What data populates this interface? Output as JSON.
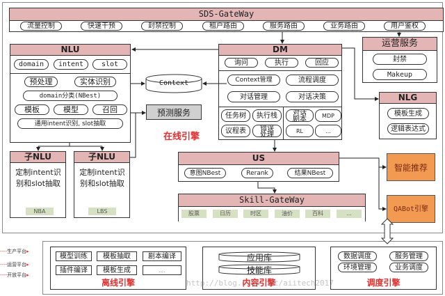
{
  "gateway": {
    "title": "SDS-GateWay",
    "items": [
      "流量控制",
      "快速干预",
      "封禁控制",
      "租户路由",
      "服务路由",
      "业务路由",
      "用户鉴权"
    ]
  },
  "nlu": {
    "title": "NLU",
    "top_items": [
      "domain",
      "intent",
      "slot"
    ],
    "mid_items": [
      "预处理",
      "实体识别",
      "domain分类(NBest)",
      "模板",
      "模型",
      "召回",
      "通用intent识别, slot抽取"
    ]
  },
  "sub_nlu": [
    {
      "title": "子NLU",
      "body": "定制intent识别和slot抽取",
      "tag": "NBA"
    },
    {
      "title": "子NLU",
      "body": "定制intent识别和slot抽取",
      "tag": "LBS"
    }
  ],
  "context": {
    "label": "Context"
  },
  "predict": {
    "label": "预测服务"
  },
  "online_engine": {
    "label": "在线引擎"
  },
  "dm": {
    "title": "DM",
    "top_items": [
      "询问",
      "执行",
      "回应"
    ],
    "mid_items": [
      "Context管理",
      "流程调度",
      "对话管理",
      "对话决策"
    ],
    "left_items": [
      "任务树",
      "执行栈",
      "议程表",
      "错误处理"
    ],
    "right_items": [
      "对话剧本",
      "MDP",
      "RL",
      "..."
    ]
  },
  "ops": {
    "title": "运营服务",
    "items": [
      "封禁",
      "Makeup"
    ]
  },
  "nlg": {
    "title": "NLG",
    "items": [
      "模板生成",
      "逻辑表达式"
    ]
  },
  "us": {
    "title": "US",
    "items": [
      "意图NBest",
      "Rerank",
      "结果NBest"
    ]
  },
  "skill_gateway": {
    "title": "Skill-GateWay",
    "items": [
      "股票",
      "日历",
      "时区",
      "油价",
      "百科",
      "..."
    ]
  },
  "smart_recommend": {
    "label": "智能推荐"
  },
  "qabot": {
    "label": "QABot引擎"
  },
  "platforms": [
    "生产平台",
    "运营平台",
    "开放平台"
  ],
  "offline_engine": {
    "label": "离线引擎",
    "items": [
      "模型训练",
      "模板抽取",
      "剧本编译",
      "插件编译",
      "模板生成",
      "..."
    ]
  },
  "content_engine": {
    "label": "内容引擎",
    "items": [
      "应用库",
      "技能库"
    ]
  },
  "schedule_engine": {
    "label": "调度引擎",
    "items": [
      "数据调度",
      "服务管理",
      "环境管理",
      "业务调度"
    ]
  },
  "watermark": "http://blog.csdn.net/aiitech2017",
  "colors": {
    "header_pink": "#e4b5b5",
    "orange": "#f39a52",
    "red_label": "#e03030",
    "tag_green": "#d6e1c3",
    "predict_gray": "#d0d0d0"
  }
}
